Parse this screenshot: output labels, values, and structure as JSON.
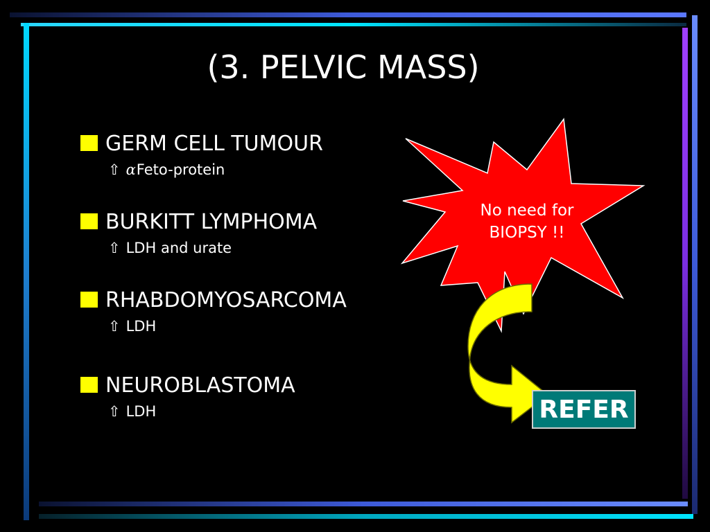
{
  "slide": {
    "title": "(3. PELVIC MASS)",
    "items": [
      {
        "heading": "GERM CELL TUMOUR",
        "marker": "⇧",
        "alpha": "α",
        "detail": "Feto-protein"
      },
      {
        "heading": "BURKITT LYMPHOMA",
        "marker": "⇧",
        "detail": "LDH and urate"
      },
      {
        "heading": "RHABDOMYOSARCOMA",
        "marker": "⇧",
        "detail": "LDH"
      },
      {
        "heading": "NEUROBLASTOMA",
        "marker": "⇧",
        "detail": "LDH"
      }
    ],
    "starburst": {
      "line1": "No need for",
      "line2": "BIOPSY !!",
      "fill": "#ff0000"
    },
    "refer_label": "REFER",
    "colors": {
      "background": "#000000",
      "bullet": "#ffff00",
      "arrow": "#ffff00",
      "refer_box": "#007a78",
      "border_cyan": "#00e5ff",
      "border_blue": "#4a6cff",
      "border_purple": "#8a2be2"
    }
  }
}
